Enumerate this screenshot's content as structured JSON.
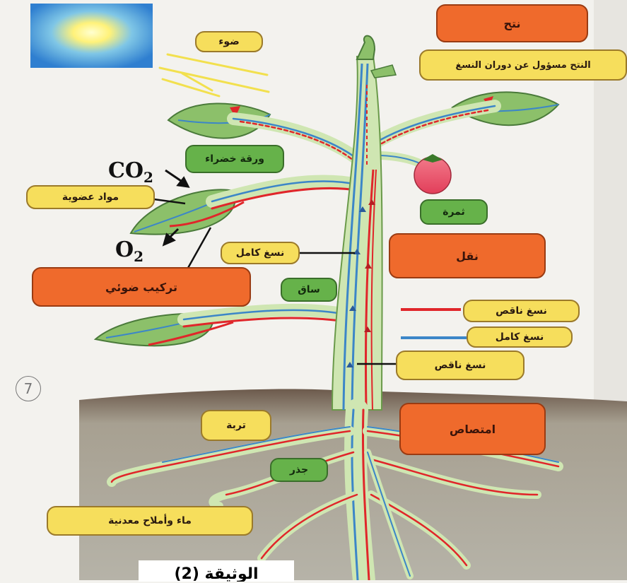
{
  "colors": {
    "label_yellow": "#f6de5c",
    "label_green": "#66b24a",
    "label_orange": "#ef6a2c",
    "xylem": "#3c86c8",
    "phloem": "#e0262a",
    "stem": "#cfe6b2",
    "leaf": "#8cc06a",
    "soil": "#aeaa9e",
    "fruit": "#e8546a"
  },
  "labels": {
    "light": "ضوء",
    "transpiration": "نتح",
    "transpiration_note": "النتح مسؤول عن دوران النسغ",
    "green_leaf": "ورقة خضراء",
    "organic_matter": "مواد عضوية",
    "fruit": "ثمرة",
    "photosynthesis": "تركيب ضوئي",
    "transport": "نقل",
    "raw_sap": "نسغ كامل",
    "stem": "ساق",
    "legend_elaborated_sap": "نسغ ناقص",
    "legend_raw_sap": "نسغ كامل",
    "elaborated_sap": "نسغ ناقص",
    "soil": "تربة",
    "absorption": "امتصاص",
    "root": "جذر",
    "water_minerals": "ماء وأملاح معدنية"
  },
  "chemistry": {
    "co2": "CO",
    "o2": "O",
    "subscript": "2"
  },
  "page_mark": "7",
  "caption": "الوثيقة (2)"
}
